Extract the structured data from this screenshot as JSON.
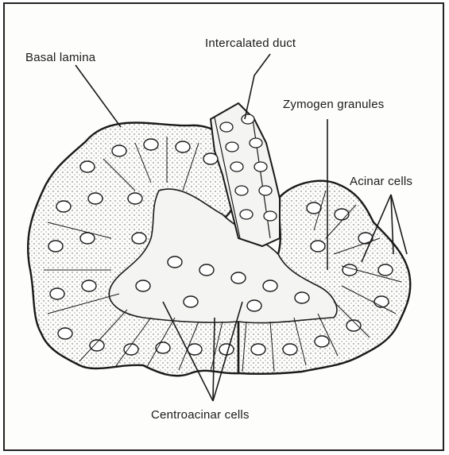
{
  "labels": {
    "intercalated_duct": "Intercalated duct",
    "basal_lamina": "Basal lamina",
    "zymogen_granules": "Zymogen granules",
    "acinar_cells": "Acinar cells",
    "centroacinar_cells": "Centroacinar cells"
  },
  "colors": {
    "ink": "#1a1a1a",
    "stipple": "#6a6a6a",
    "cell_fill": "#f4f4f2",
    "background": "#fdfdfc"
  }
}
